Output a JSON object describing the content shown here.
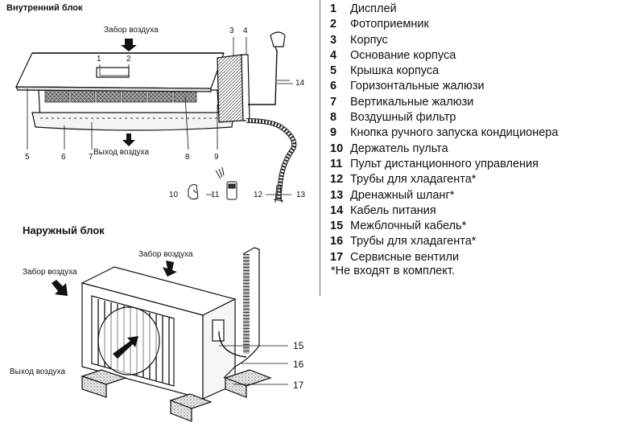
{
  "indoor": {
    "title": "Внутренний блок",
    "air_intake": "Забор воздуха",
    "air_outlet": "Выход воздуха",
    "callouts": {
      "n1": "1",
      "n2": "2",
      "n3": "3",
      "n4": "4",
      "n5": "5",
      "n6": "6",
      "n7": "7",
      "n8": "8",
      "n9": "9",
      "n10": "10",
      "n11": "11",
      "n12": "12",
      "n13": "13",
      "n14": "14"
    }
  },
  "outdoor": {
    "title": "Наружный блок",
    "air_intake_top": "Забор воздуха",
    "air_intake_left": "Забор воздуха",
    "air_outlet": "Выход воздуха",
    "callouts": {
      "n15": "15",
      "n16": "16",
      "n17": "17"
    }
  },
  "legend": [
    {
      "num": "1",
      "label": "Дисплей"
    },
    {
      "num": "2",
      "label": "Фотоприемник"
    },
    {
      "num": "3",
      "label": "Корпус"
    },
    {
      "num": "4",
      "label": "Основание корпуса"
    },
    {
      "num": "5",
      "label": "Крышка корпуса"
    },
    {
      "num": "6",
      "label": "Горизонтальные жалюзи"
    },
    {
      "num": "7",
      "label": "Вертикальные жалюзи"
    },
    {
      "num": "8",
      "label": "Воздушный фильтр"
    },
    {
      "num": "9",
      "label": "Кнопка ручного запуска кондиционера"
    },
    {
      "num": "10",
      "label": "Держатель пульта"
    },
    {
      "num": "11",
      "label": "Пульт дистанционного управления"
    },
    {
      "num": "12",
      "label": "Трубы для хладагента*"
    },
    {
      "num": "13",
      "label": "Дренажный шланг*"
    },
    {
      "num": "14",
      "label": "Кабель питания"
    },
    {
      "num": "15",
      "label": "Межблочный кабель*"
    },
    {
      "num": "16",
      "label": "Трубы для хладагента*"
    },
    {
      "num": "17",
      "label": "Сервисные вентили"
    }
  ],
  "footnote": "*Не входят в комплект."
}
